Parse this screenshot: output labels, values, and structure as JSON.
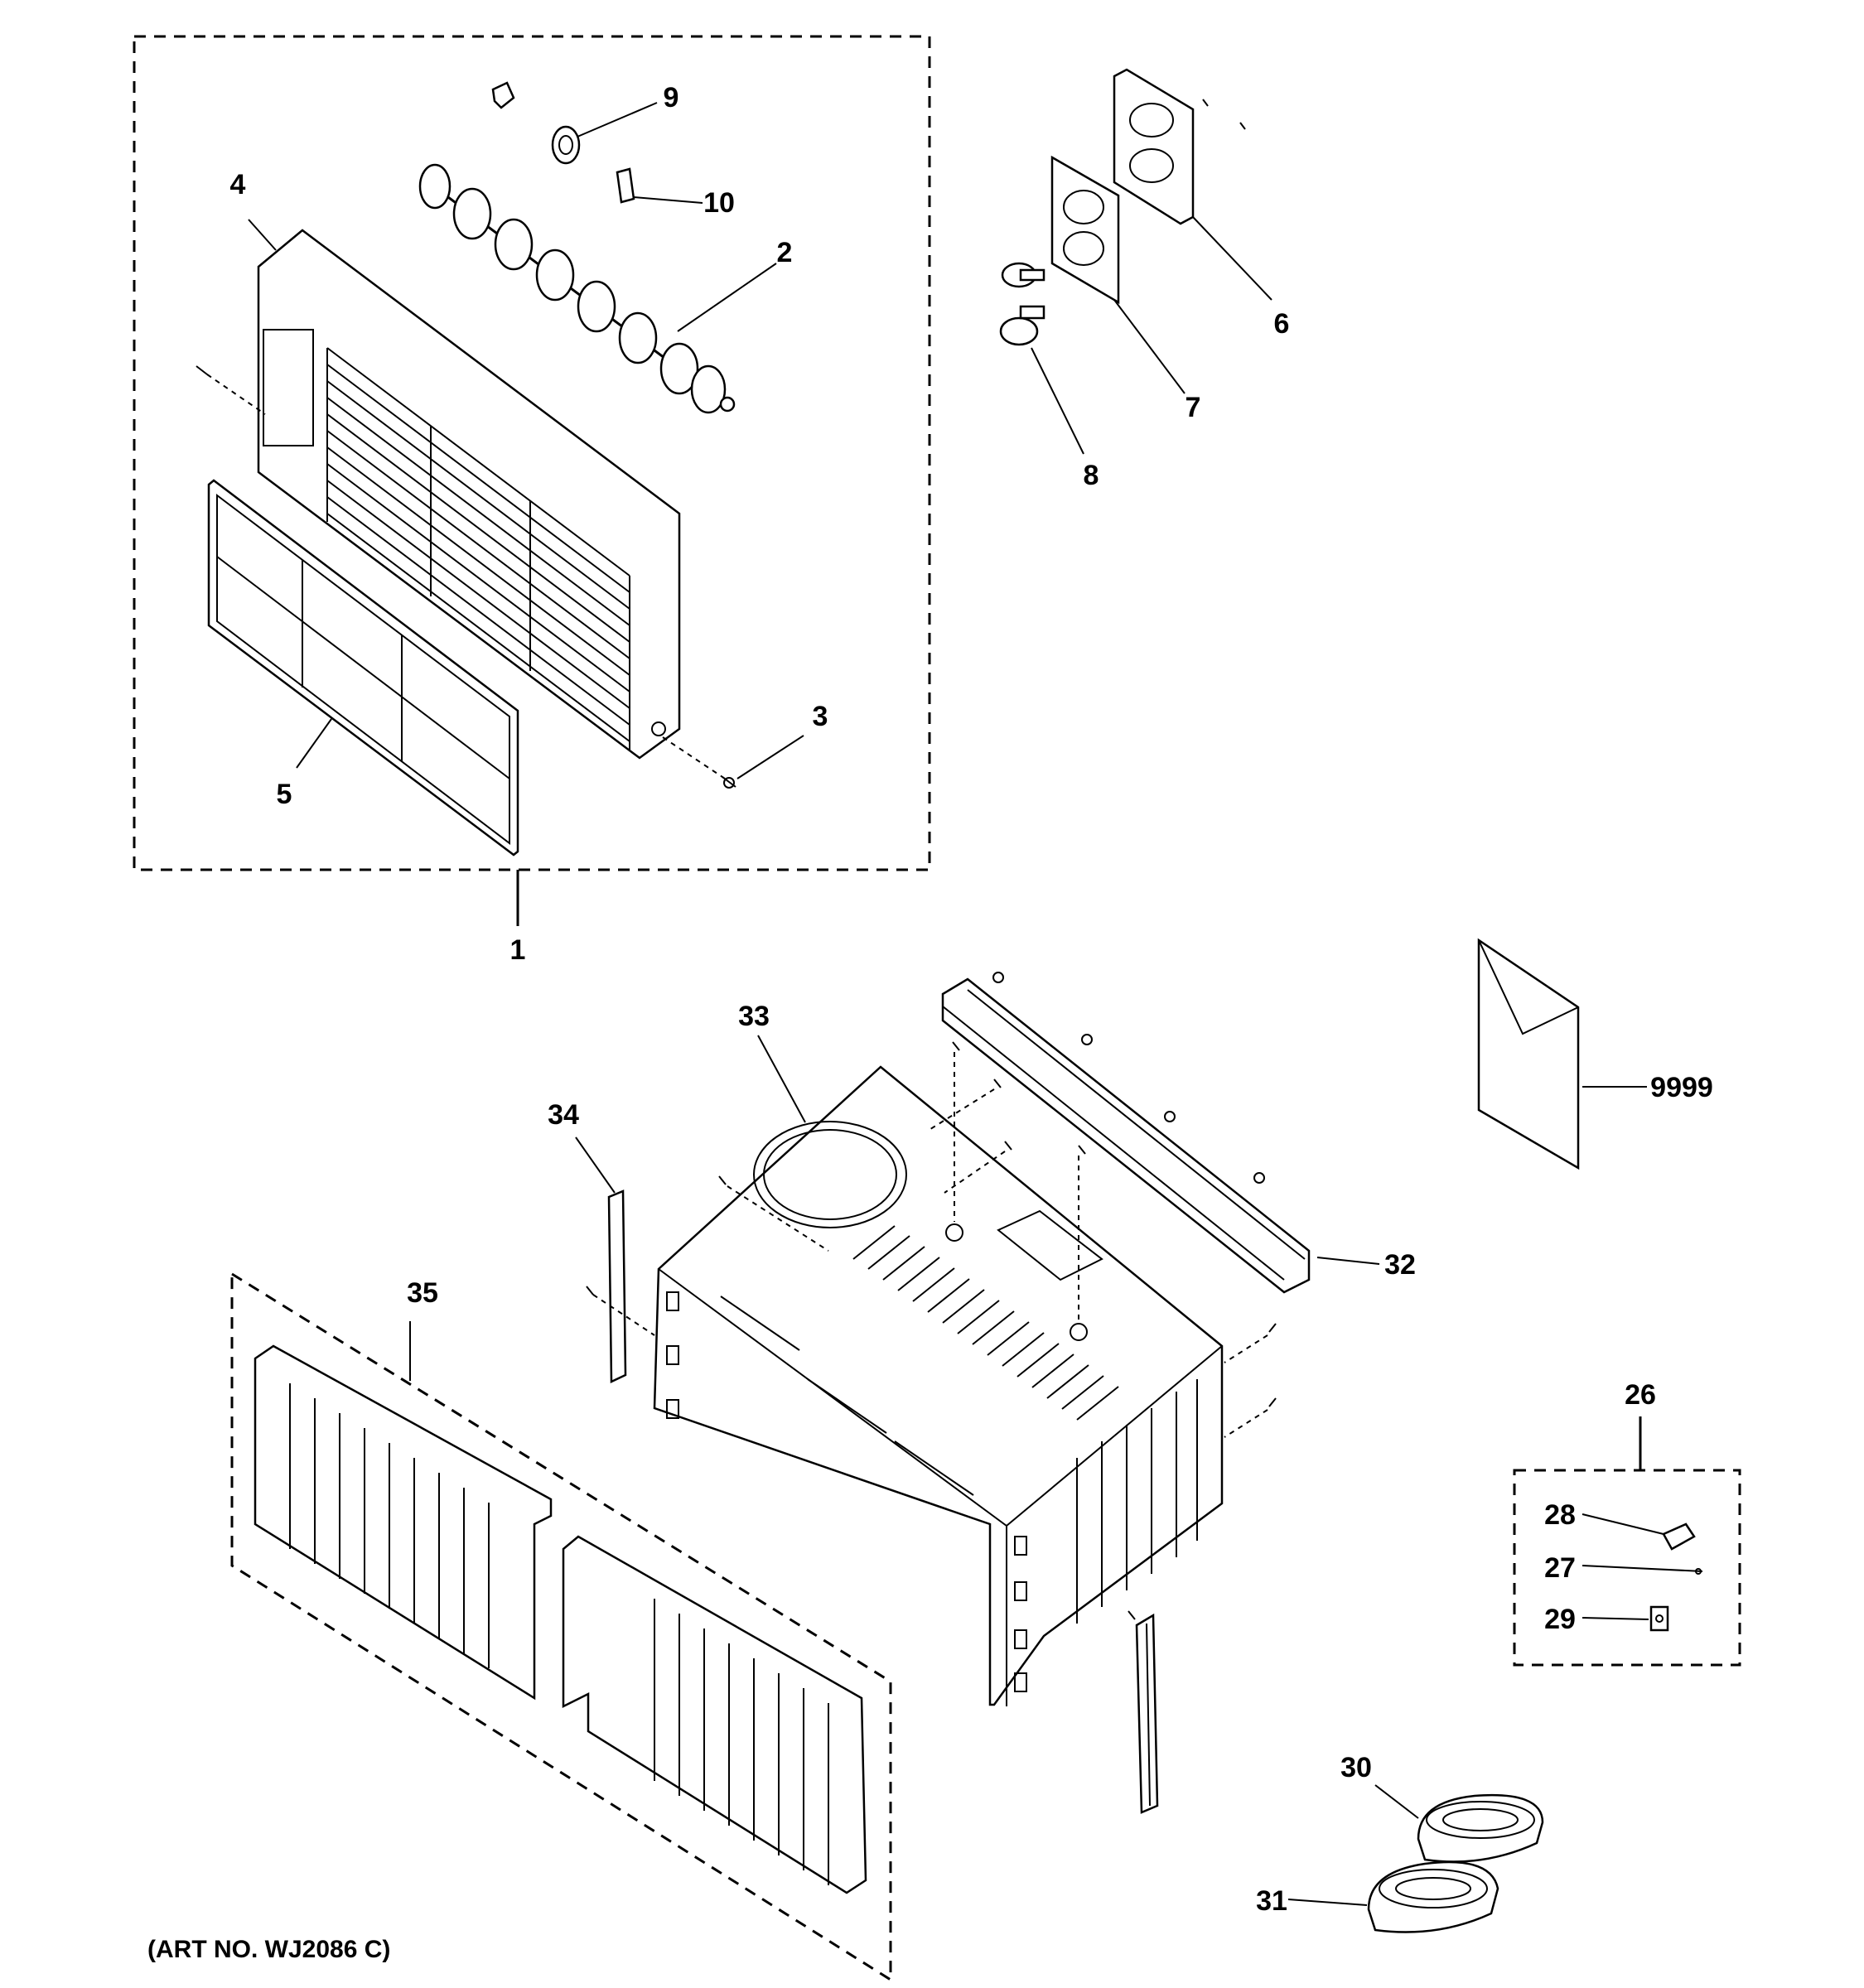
{
  "callouts": {
    "c1": "1",
    "c2": "2",
    "c3": "3",
    "c4": "4",
    "c5": "5",
    "c6": "6",
    "c7": "7",
    "c8": "8",
    "c9": "9",
    "c10": "10",
    "c26": "26",
    "c27": "27",
    "c28": "28",
    "c29": "29",
    "c30": "30",
    "c31": "31",
    "c32": "32",
    "c33": "33",
    "c34": "34",
    "c35": "35",
    "c9999": "9999"
  },
  "art_number": "(ART NO. WJ2086 C)"
}
